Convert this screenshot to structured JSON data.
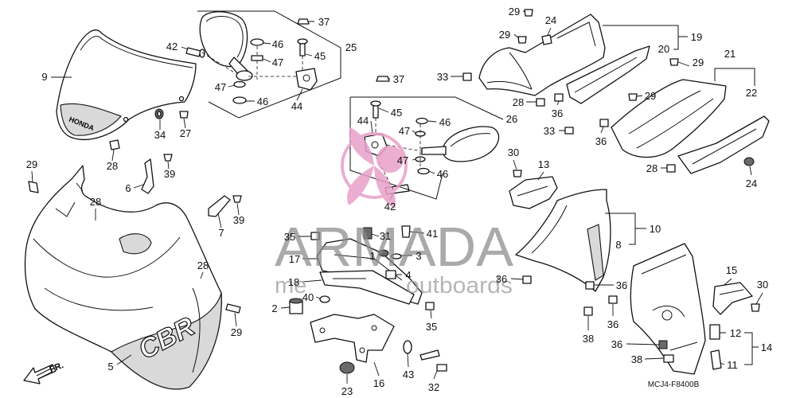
{
  "diagram": {
    "callouts": [
      "9",
      "42",
      "37",
      "46",
      "25",
      "45",
      "47",
      "47",
      "46",
      "44",
      "34",
      "27",
      "28",
      "39",
      "6",
      "29",
      "28",
      "7",
      "39",
      "28",
      "29",
      "5",
      "37",
      "45",
      "44",
      "47",
      "46",
      "26",
      "47",
      "46",
      "42",
      "35",
      "31",
      "41",
      "1",
      "3",
      "17",
      "4",
      "18",
      "2",
      "40",
      "35",
      "16",
      "43",
      "32",
      "23",
      "29",
      "24",
      "29",
      "19",
      "20",
      "29",
      "21",
      "33",
      "22",
      "29",
      "28",
      "36",
      "33",
      "36",
      "30",
      "13",
      "28",
      "24",
      "10",
      "8",
      "36",
      "36",
      "15",
      "30",
      "36",
      "38",
      "12",
      "14",
      "36",
      "38",
      "11"
    ],
    "windscreen_logo": "HONDA",
    "cowl_logo": "CBR",
    "direction_label": "FR.",
    "diagram_code": "MCJ4-F8400B"
  },
  "watermark": {
    "brand": "ARMADA",
    "tagline_start": "me",
    "tagline_end": "outboards",
    "logo_color": "#e8a0c8",
    "text_color": "#8a8a8a"
  }
}
